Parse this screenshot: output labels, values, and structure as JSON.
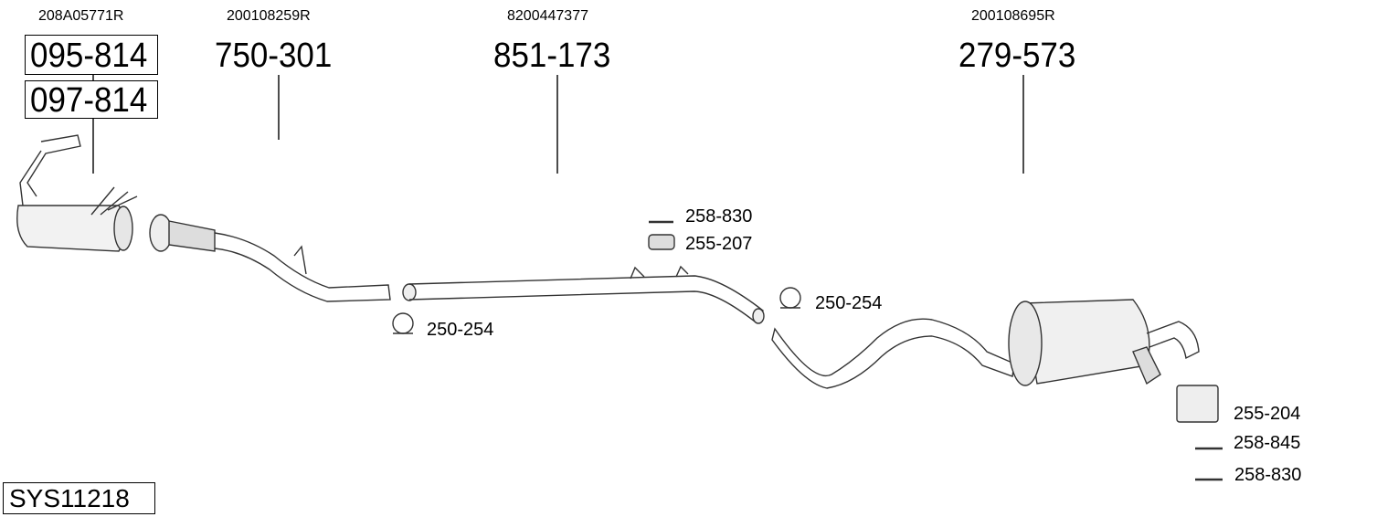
{
  "parts": [
    {
      "oem": "208A05771R",
      "numbers": [
        "095-814",
        "097-814"
      ]
    },
    {
      "oem": "200108259R",
      "numbers": [
        "750-301"
      ]
    },
    {
      "oem": "8200447377",
      "numbers": [
        "851-173"
      ]
    },
    {
      "oem": "200108695R",
      "numbers": [
        "279-573"
      ]
    }
  ],
  "accessories": {
    "bolt_1": "258-830",
    "hanger_1": "255-207",
    "clamp_1": "250-254",
    "clamp_2": "250-254",
    "hanger_2": "255-204",
    "bolt_2": "258-845",
    "bolt_3": "258-830"
  },
  "system_id": "SYS11218"
}
